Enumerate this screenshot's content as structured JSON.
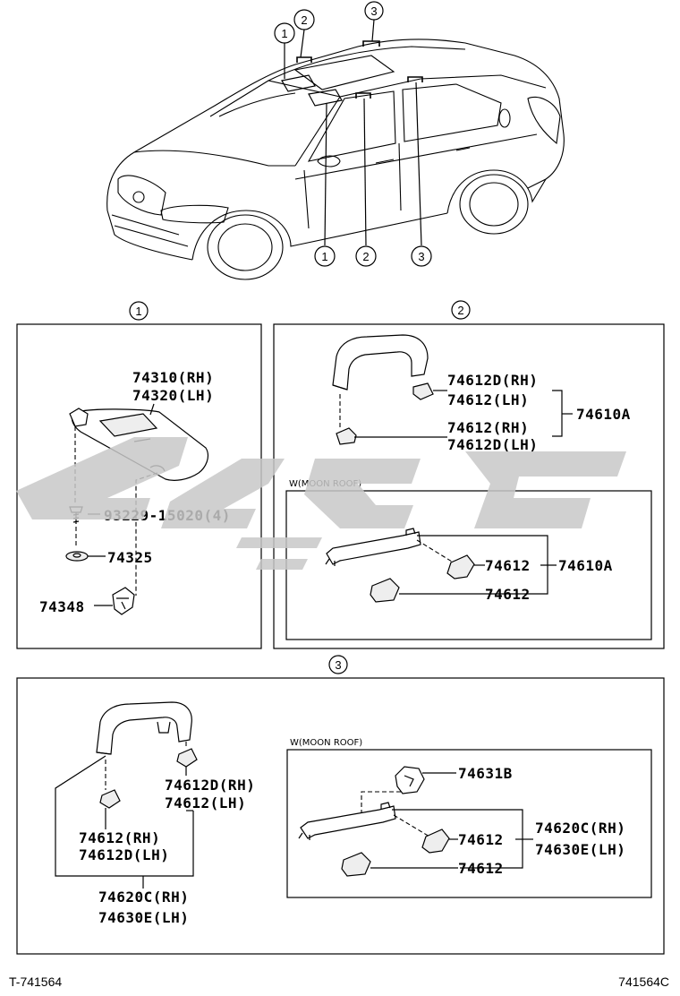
{
  "callouts": {
    "one": "1",
    "two": "2",
    "three": "3"
  },
  "watermark_color": "#c8c8c8",
  "panel1": {
    "visor_rh": "74310(RH)",
    "visor_lh": "74320(LH)",
    "screw": "93229-15020(4)",
    "bushing": "74325",
    "holder": "74348"
  },
  "panel2": {
    "cap_top_rh": "74612D(RH)",
    "cap_top_lh": "74612(LH)",
    "cap_bot_rh": "74612(RH)",
    "cap_bot_lh": "74612D(LH)",
    "assy": "74610A",
    "variant_label": "W(MOON ROOF)",
    "mr_cap1": "74612",
    "mr_cap2": "74612",
    "mr_assy": "74610A"
  },
  "panel3": {
    "cap_right_rh": "74612D(RH)",
    "cap_right_lh": "74612(LH)",
    "cap_left_rh": "74612(RH)",
    "cap_left_lh": "74612D(LH)",
    "assy_rh": "74620C(RH)",
    "assy_lh": "74630E(LH)",
    "variant_label": "W(MOON ROOF)",
    "hook": "74631B",
    "mr_cap1": "74612",
    "mr_cap2": "74612",
    "mr_assy_rh": "74620C(RH)",
    "mr_assy_lh": "74630E(LH)"
  },
  "footer": {
    "left": "T-741564",
    "right": "741564C"
  }
}
